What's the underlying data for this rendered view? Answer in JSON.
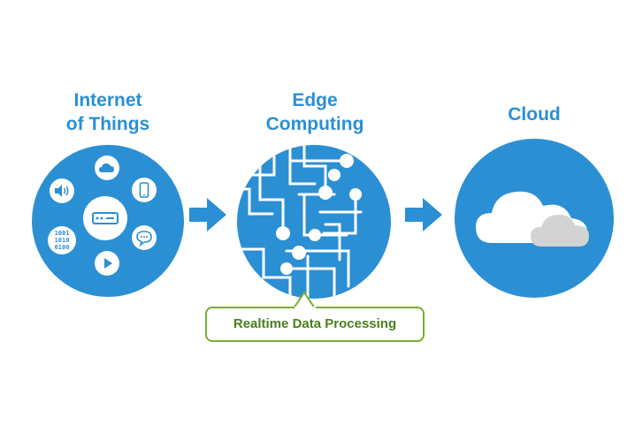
{
  "nodes": [
    {
      "id": "iot",
      "title": "Internet\nof Things"
    },
    {
      "id": "edge",
      "title": "Edge\nComputing"
    },
    {
      "id": "cloud",
      "title": "Cloud"
    }
  ],
  "iot_icons": [
    "cloud-icon",
    "phone-icon",
    "chat-bubble-icon",
    "play-icon",
    "speaker-icon",
    "binary-data-icon",
    "router-icon"
  ],
  "binary_text": "1001\n1010\n0100",
  "callout": {
    "label": "Realtime Data Processing"
  },
  "colors": {
    "primary": "#2b8fd4",
    "callout_border": "#7aab32",
    "callout_text": "#4a7f1d",
    "cloud_grey": "#d3d3d3"
  }
}
